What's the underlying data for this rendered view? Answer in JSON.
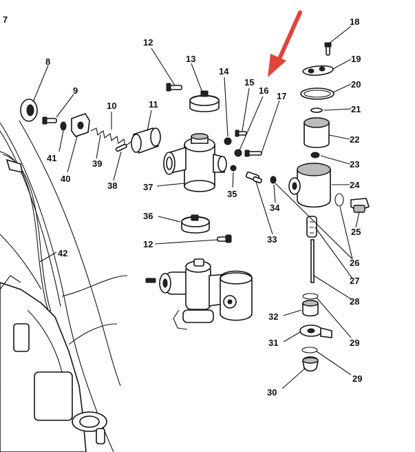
{
  "callouts": {
    "n7": "7",
    "n8": "8",
    "n9": "9",
    "n10": "10",
    "n11": "11",
    "n12a": "12",
    "n13": "13",
    "n14": "14",
    "n15": "15",
    "n16": "16",
    "n17": "17",
    "n18": "18",
    "n19": "19",
    "n20": "20",
    "n21": "21",
    "n22": "22",
    "n23": "23",
    "n24": "24",
    "n25": "25",
    "n26": "26",
    "n27": "27",
    "n28": "28",
    "n29a": "29",
    "n29b": "29",
    "n30": "30",
    "n31": "31",
    "n32": "32",
    "n33": "33",
    "n34": "34",
    "n35": "35",
    "n36": "36",
    "n12b": "12",
    "n37": "37",
    "n38": "38",
    "n39": "39",
    "n40": "40",
    "n41": "41",
    "n42": "42"
  },
  "colors": {
    "ink": "#111111",
    "arrow": "#e0443a",
    "paper": "#ffffff"
  },
  "highlight": {
    "target_callout": "16"
  }
}
